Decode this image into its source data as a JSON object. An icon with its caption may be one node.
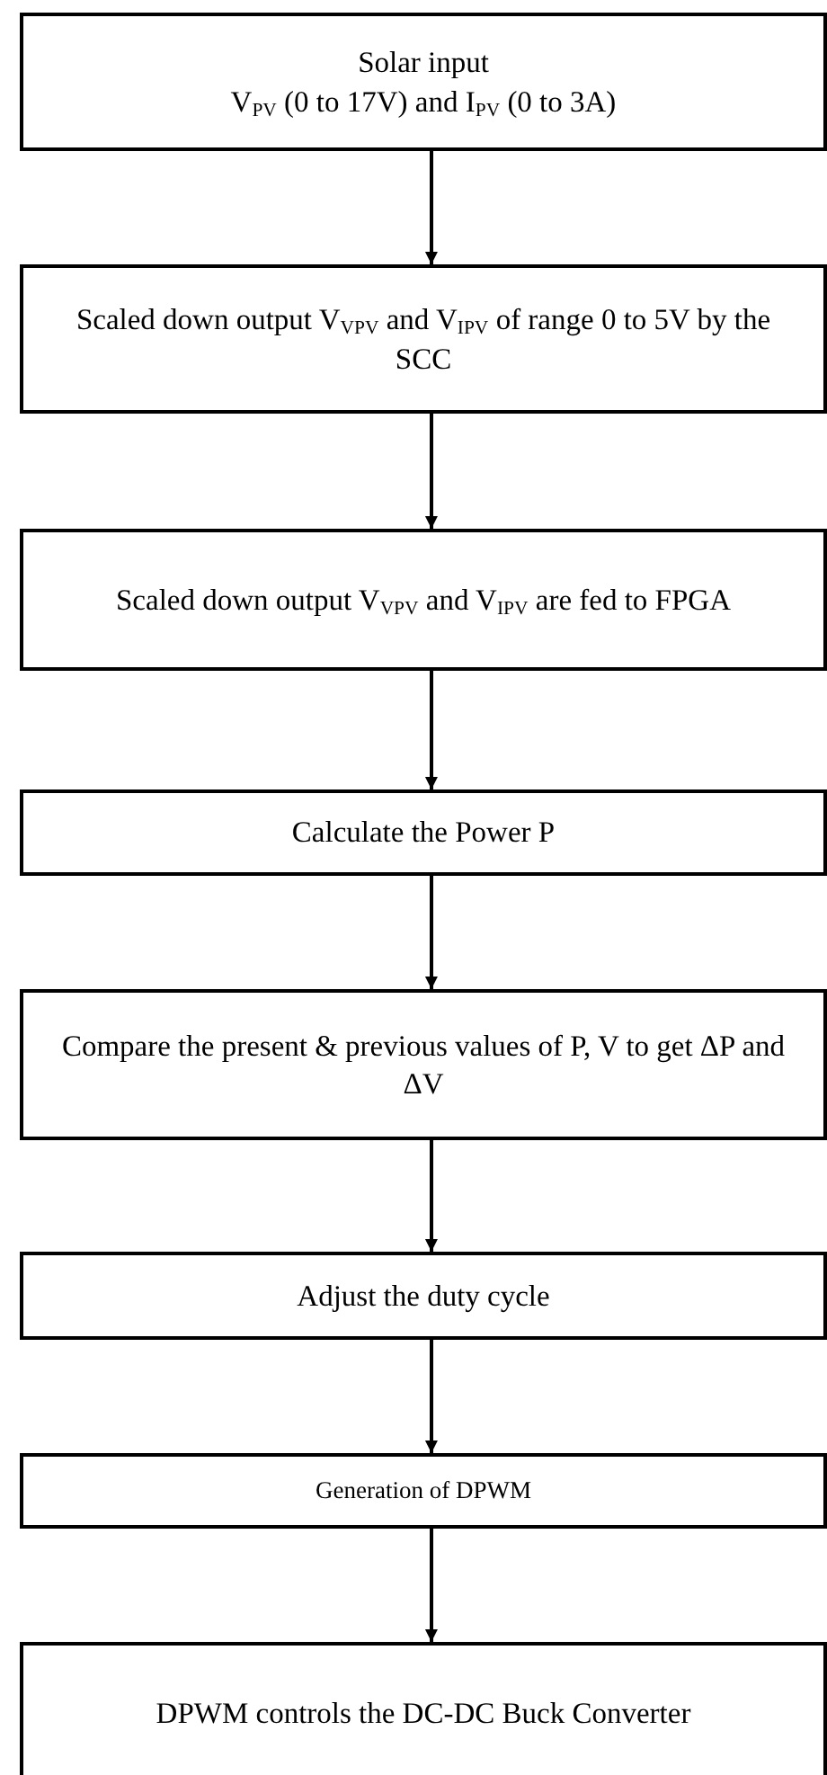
{
  "diagram": {
    "nodes": [
      {
        "text": [
          "Solar input",
          "V$_{PV}$ (0 to 17V) and I$_{PV}$ (0 to 3A)"
        ]
      },
      {
        "text": [
          "Scaled down output V$_{VPV}$ and V$_{IPV}$ of range 0 to 5V by the SCC"
        ]
      },
      {
        "text": [
          "Scaled down output V$_{VPV}$ and V$_{IPV}$ are fed to FPGA"
        ]
      },
      {
        "text": [
          "Calculate the Power P"
        ]
      },
      {
        "text": [
          "Compare the present & previous values of P, V to get ΔP and ΔV"
        ]
      },
      {
        "text": [
          "Adjust the duty cycle"
        ]
      },
      {
        "text": [
          "Generation of DPWM"
        ]
      },
      {
        "text": [
          "DPWM controls the DC-DC Buck Converter"
        ]
      }
    ],
    "edges": [
      {
        "from": 0,
        "to": 1,
        "arrow": "to"
      },
      {
        "from": 1,
        "to": 2,
        "arrow": "to"
      },
      {
        "from": 2,
        "to": 3,
        "arrow": "to"
      },
      {
        "from": 3,
        "to": 4,
        "arrow": "to"
      },
      {
        "from": 4,
        "to": 5,
        "arrow": "to"
      },
      {
        "from": 5,
        "to": 6,
        "arrow": "to"
      },
      {
        "from": 6,
        "to": 7,
        "arrow": "to"
      }
    ]
  }
}
